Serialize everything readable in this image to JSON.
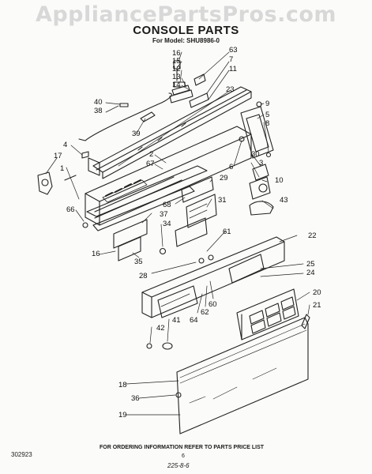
{
  "header": {
    "watermark": "AppliancePartsPros.com",
    "title": "CONSOLE PARTS",
    "subtitle": "For Model: SHU8986-0"
  },
  "footer": {
    "code": "302923",
    "note": "FOR ORDERING INFORMATION REFER TO PARTS PRICE LIST",
    "page": "6",
    "stamp": "225-8-6"
  },
  "callouts": [
    "16",
    "15",
    "12",
    "13",
    "14",
    "63",
    "7",
    "11",
    "40",
    "38",
    "39",
    "23",
    "9",
    "5",
    "8",
    "4",
    "17",
    "1",
    "2",
    "67",
    "30",
    "6",
    "3",
    "10",
    "68",
    "29",
    "31",
    "37",
    "66",
    "34",
    "43",
    "61",
    "22",
    "16",
    "35",
    "28",
    "25",
    "24",
    "60",
    "62",
    "64",
    "20",
    "21",
    "41",
    "42",
    "18",
    "36",
    "19"
  ]
}
